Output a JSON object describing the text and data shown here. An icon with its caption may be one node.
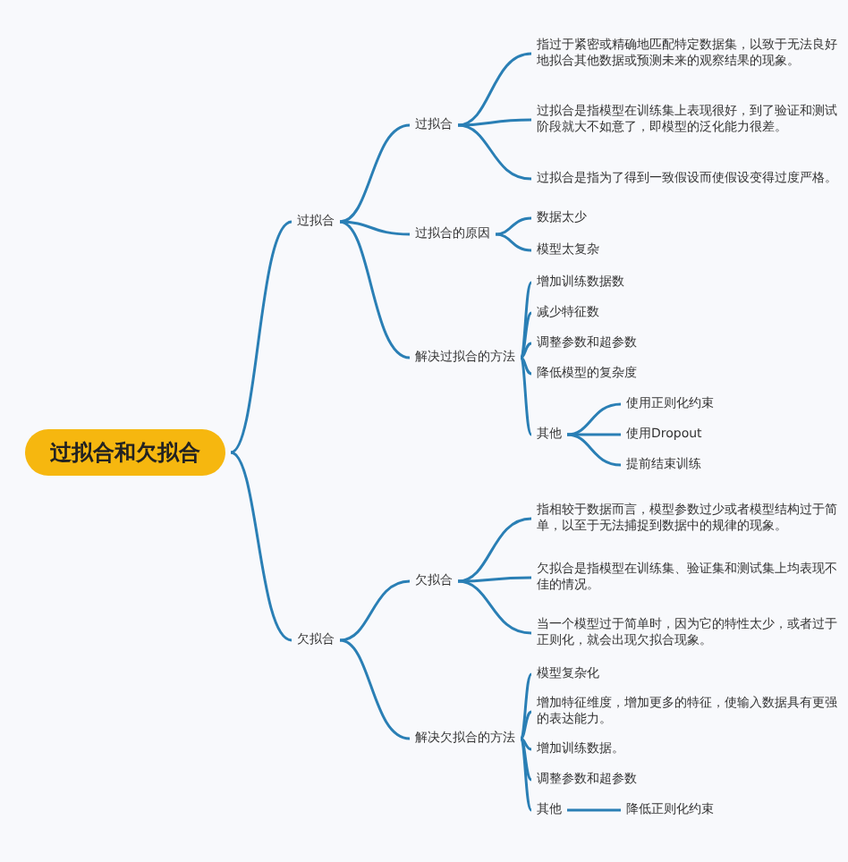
{
  "diagram": {
    "nodes": [
      {
        "text": [
          "过拟合和欠拟合"
        ]
      },
      {
        "text": [
          "过拟合"
        ]
      },
      {
        "text": [
          "过拟合"
        ]
      },
      {
        "text": [
          "指过于紧密或精确地匹配特定数据集，以致于无法良好地拟合其他数据或预测未来的观察结果的现象。"
        ]
      },
      {
        "text": [
          "过拟合是指模型在训练集上表现很好，到了验证和测试阶段就大不如意了，即模型的泛化能力很差。"
        ]
      },
      {
        "text": [
          "过拟合是指为了得到一致假设而使假设变得过度严格。"
        ]
      },
      {
        "text": [
          "过拟合的原因"
        ]
      },
      {
        "text": [
          "数据太少"
        ]
      },
      {
        "text": [
          "模型太复杂"
        ]
      },
      {
        "text": [
          "解决过拟合的方法"
        ]
      },
      {
        "text": [
          "增加训练数据数"
        ]
      },
      {
        "text": [
          "减少特征数"
        ]
      },
      {
        "text": [
          "调整参数和超参数"
        ]
      },
      {
        "text": [
          "降低模型的复杂度"
        ]
      },
      {
        "text": [
          "其他"
        ]
      },
      {
        "text": [
          "使用正则化约束"
        ]
      },
      {
        "text": [
          "使用Dropout"
        ]
      },
      {
        "text": [
          "提前结束训练"
        ]
      },
      {
        "text": [
          "欠拟合"
        ]
      },
      {
        "text": [
          "欠拟合"
        ]
      },
      {
        "text": [
          "指相较于数据而言，模型参数过少或者模型结构过于简单，以至于无法捕捉到数据中的规律的现象。"
        ]
      },
      {
        "text": [
          "欠拟合是指模型在训练集、验证集和测试集上均表现不佳的情况。"
        ]
      },
      {
        "text": [
          "当一个模型过于简单时，因为它的特性太少，或者过于正则化，就会出现欠拟合现象。"
        ]
      },
      {
        "text": [
          "解决欠拟合的方法"
        ]
      },
      {
        "text": [
          "模型复杂化"
        ]
      },
      {
        "text": [
          "增加特征维度，增加更多的特征，使输入数据具有更强的表达能力。"
        ]
      },
      {
        "text": [
          "增加训练数据。"
        ]
      },
      {
        "text": [
          "调整参数和超参数"
        ]
      },
      {
        "text": [
          "其他"
        ]
      },
      {
        "text": [
          "降低正则化约束"
        ]
      }
    ],
    "edges": [
      {
        "from": 0,
        "to": 1,
        "arrow": "none"
      },
      {
        "from": 0,
        "to": 18,
        "arrow": "none"
      },
      {
        "from": 1,
        "to": 2,
        "arrow": "none"
      },
      {
        "from": 1,
        "to": 6,
        "arrow": "none"
      },
      {
        "from": 1,
        "to": 9,
        "arrow": "none"
      },
      {
        "from": 2,
        "to": 3,
        "arrow": "none"
      },
      {
        "from": 2,
        "to": 4,
        "arrow": "none"
      },
      {
        "from": 2,
        "to": 5,
        "arrow": "none"
      },
      {
        "from": 6,
        "to": 7,
        "arrow": "none"
      },
      {
        "from": 6,
        "to": 8,
        "arrow": "none"
      },
      {
        "from": 9,
        "to": 10,
        "arrow": "none"
      },
      {
        "from": 9,
        "to": 11,
        "arrow": "none"
      },
      {
        "from": 9,
        "to": 12,
        "arrow": "none"
      },
      {
        "from": 9,
        "to": 13,
        "arrow": "none"
      },
      {
        "from": 9,
        "to": 14,
        "arrow": "none"
      },
      {
        "from": 14,
        "to": 15,
        "arrow": "none"
      },
      {
        "from": 14,
        "to": 16,
        "arrow": "none"
      },
      {
        "from": 14,
        "to": 17,
        "arrow": "none"
      },
      {
        "from": 18,
        "to": 19,
        "arrow": "none"
      },
      {
        "from": 18,
        "to": 23,
        "arrow": "none"
      },
      {
        "from": 19,
        "to": 20,
        "arrow": "none"
      },
      {
        "from": 19,
        "to": 21,
        "arrow": "none"
      },
      {
        "from": 19,
        "to": 22,
        "arrow": "none"
      },
      {
        "from": 23,
        "to": 24,
        "arrow": "none"
      },
      {
        "from": 23,
        "to": 25,
        "arrow": "none"
      },
      {
        "from": 23,
        "to": 26,
        "arrow": "none"
      },
      {
        "from": 23,
        "to": 27,
        "arrow": "none"
      },
      {
        "from": 23,
        "to": 28,
        "arrow": "none"
      },
      {
        "from": 28,
        "to": 29,
        "arrow": "none"
      }
    ]
  }
}
